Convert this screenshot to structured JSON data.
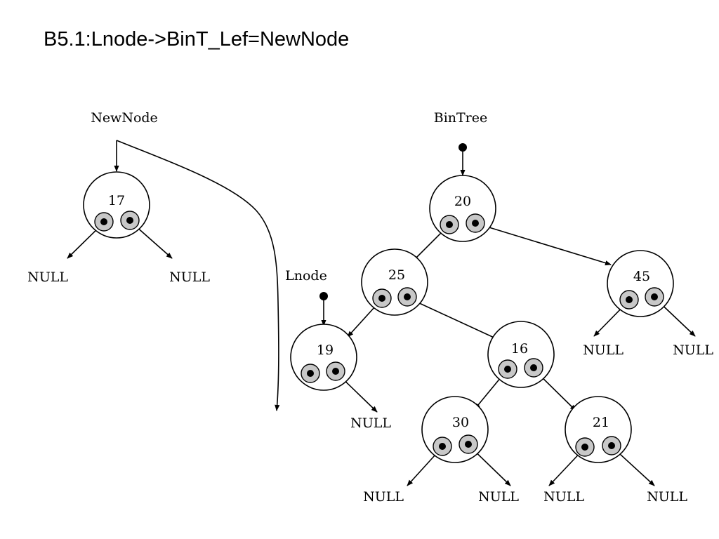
{
  "slide": {
    "title": "B5.1:Lnode->BinT_Lef=NewNode"
  },
  "colors": {
    "background": "#ffffff",
    "ink": "#000000",
    "pointer_fill": "#c8c8c8"
  },
  "pointers": {
    "newnode": "NewNode",
    "bintree": "BinTree",
    "lnode": "Lnode"
  },
  "null_label": "NULL",
  "nodes": {
    "n17": "17",
    "n20": "20",
    "n25": "25",
    "n45": "45",
    "n19": "19",
    "n16": "16",
    "n30": "30",
    "n21": "21"
  }
}
